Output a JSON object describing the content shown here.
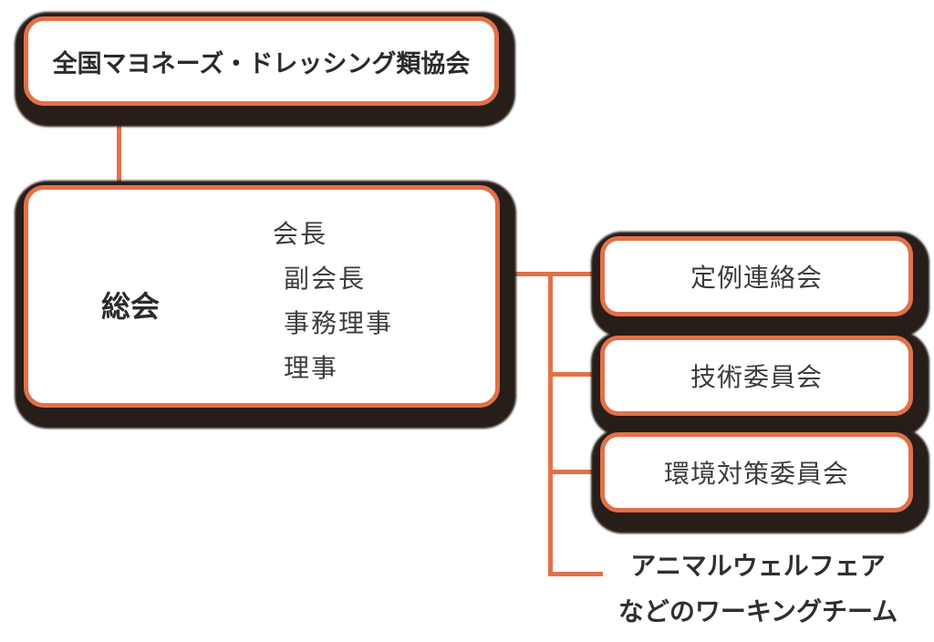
{
  "palette": {
    "accent_orange": "#e1714a",
    "shadow_dark": "#271d19",
    "text_dark": "#2e2e2e"
  },
  "org_chart": {
    "root": {
      "label": "全国マヨネーズ・ドレッシング類協会"
    },
    "general_assembly": {
      "label": "総会",
      "officers": [
        "会長",
        "副会長",
        "事務理事",
        "理事"
      ]
    },
    "committees": [
      {
        "label": "定例連絡会"
      },
      {
        "label": "技術委員会"
      },
      {
        "label": "環境対策委員会"
      }
    ],
    "working_team_note": {
      "line1": "アニマルウェルフェア",
      "line2": "などのワーキングチーム"
    }
  }
}
